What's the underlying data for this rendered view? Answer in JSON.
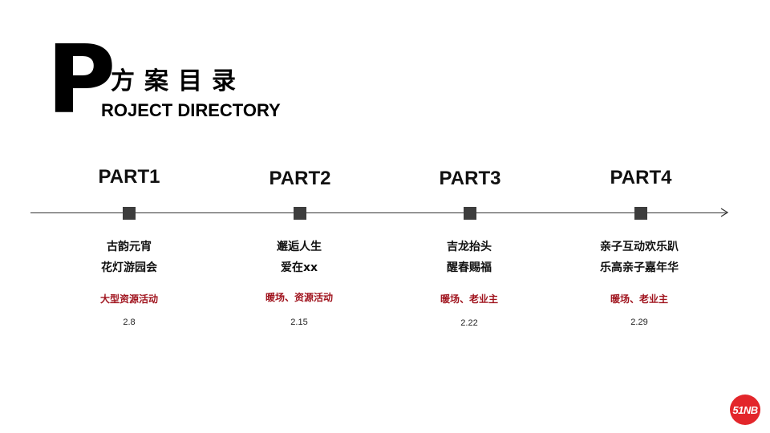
{
  "header": {
    "big_letter": "P",
    "title_cn": "方案目录",
    "title_en": "ROJECT DIRECTORY"
  },
  "parts": [
    {
      "label": "PART1",
      "line1": "古韵元宵",
      "line2": "花灯游园会",
      "tag": "大型资源活动",
      "date": "2.8"
    },
    {
      "label": "PART2",
      "line1": "邂逅人生",
      "line2": "爱在xx",
      "tag": "暖场、资源活动",
      "date": "2.15"
    },
    {
      "label": "PART3",
      "line1": "吉龙抬头",
      "line2": "醒春赐福",
      "tag": "暖场、老业主",
      "date": "2.22"
    },
    {
      "label": "PART4",
      "line1": "亲子互动欢乐趴",
      "line2": "乐高亲子嘉年华",
      "tag": "暖场、老业主",
      "date": "2.29"
    }
  ],
  "logo": {
    "text": "51NB"
  },
  "colors": {
    "accent": "#a0141e",
    "node": "#3d3d3d",
    "logo_bg": "#e3262b"
  }
}
